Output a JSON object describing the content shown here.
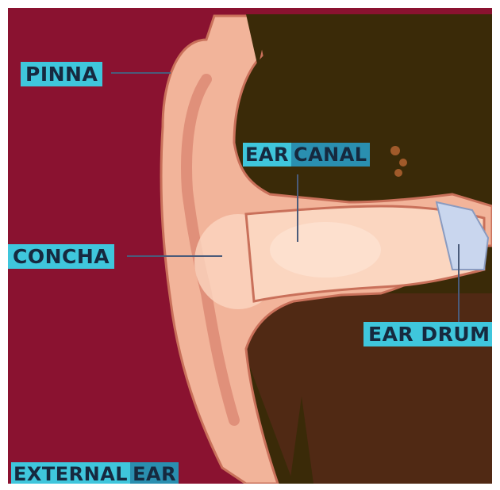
{
  "labels": {
    "pinna": "PINNA",
    "ear_canal_part1": "EAR",
    "ear_canal_part2": "CANAL",
    "concha": "CONCHA",
    "ear_drum": "EAR DRUM",
    "external_ear_part1": "EXTERNAL",
    "external_ear_part2": "EAR"
  },
  "colors": {
    "background": "#8a1230",
    "inner_dark": "#3a2a08",
    "inner_brown": "#5a2a1a",
    "skin": "#f2b49a",
    "skin_light": "#fbd6c0",
    "skin_shadow": "#c9705a",
    "label_bg": "#3fc6dc",
    "label_text": "#16293f",
    "leader_line": "#4a5b7a",
    "eardrum": "#c9d6ee"
  }
}
